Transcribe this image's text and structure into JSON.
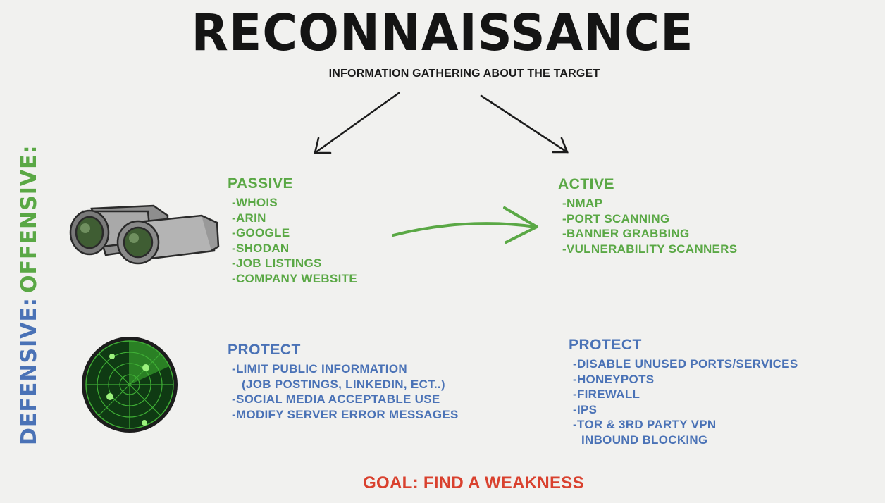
{
  "title": "RECONNAISSANCE",
  "subtitle": "INFORMATION GATHERING ABOUT THE TARGET",
  "side_labels": {
    "offensive": "OFFENSIVE:",
    "defensive": "DEFENSIVE:"
  },
  "offensive": {
    "passive": {
      "heading": "PASSIVE",
      "items": [
        "-WHOIS",
        "-ARIN",
        "-GOOGLE",
        "-SHODAN",
        "-JOB LISTINGS",
        "-COMPANY WEBSITE"
      ]
    },
    "active": {
      "heading": "ACTIVE",
      "items": [
        "-NMAP",
        "-PORT SCANNING",
        "-BANNER GRABBING",
        "-VULNERABILITY SCANNERS"
      ]
    }
  },
  "defensive": {
    "passive_protect": {
      "heading": "PROTECT",
      "items": [
        "-LIMIT PUBLIC INFORMATION",
        "(JOB POSTINGS, LINKEDIN, ECT..)",
        "-SOCIAL MEDIA ACCEPTABLE USE",
        "-MODIFY SERVER ERROR MESSAGES"
      ]
    },
    "active_protect": {
      "heading": "PROTECT",
      "items": [
        "-DISABLE UNUSED PORTS/SERVICES",
        "-HONEYPOTS",
        "-FIREWALL",
        "-IPS",
        "-TOR & 3RD PARTY VPN",
        "INBOUND BLOCKING"
      ]
    }
  },
  "goal": "GOAL: FIND A WEAKNESS",
  "colors": {
    "offensive": "#5aa845",
    "defensive": "#4a72b6",
    "goal": "#d9412e",
    "ink": "#141414"
  },
  "icons": [
    "binoculars-icon",
    "radar-icon"
  ]
}
